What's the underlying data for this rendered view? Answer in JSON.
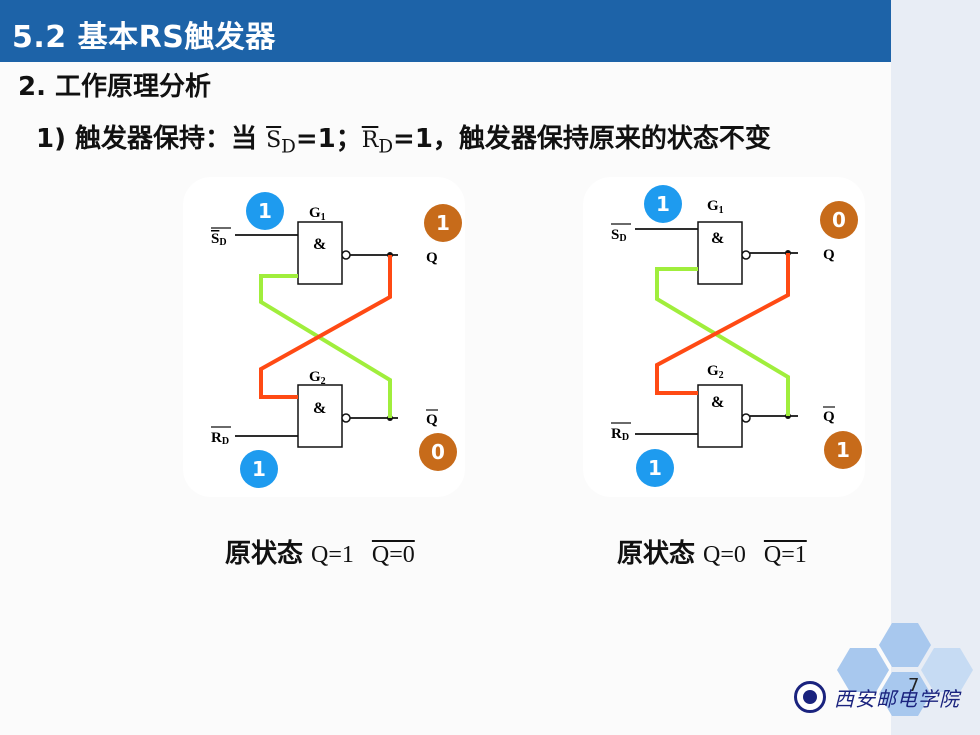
{
  "header": {
    "title": "5.2 基本RS触发器"
  },
  "section": {
    "heading": "2. 工作原理分析"
  },
  "subheading": {
    "prefix": "1) 触发器保持：当",
    "s_label": "S",
    "s_sub": "D",
    "s_value": "=1；",
    "r_label": "R",
    "r_sub": "D",
    "r_value": "=1，触发器保持原来的状态不变"
  },
  "gates": {
    "g1": "G",
    "g1_sub": "1",
    "g2": "G",
    "g2_sub": "2",
    "symbol": "&"
  },
  "signals": {
    "s": "S",
    "s_sub": "D",
    "r": "R",
    "r_sub": "D",
    "q": "Q",
    "qbar": "Q"
  },
  "colors": {
    "active_high_wire": "#ff4a14",
    "active_low_wire": "#a0ee3c",
    "input_badge": "#1e9bef",
    "output_badge": "#c76b1a"
  },
  "diagrams": [
    {
      "caption": "原状态",
      "state_q": "Q=1",
      "state_qbar": "Q=0",
      "badge_s": "1",
      "badge_q": "1",
      "badge_qbar": "0",
      "badge_r": "1"
    },
    {
      "caption": "原状态",
      "state_q": "Q=0",
      "state_qbar": "Q=1",
      "badge_s": "1",
      "badge_q": "0",
      "badge_qbar": "1",
      "badge_r": "1"
    }
  ],
  "footer": {
    "page_number": "7",
    "logo_text": "西安邮电学院"
  }
}
